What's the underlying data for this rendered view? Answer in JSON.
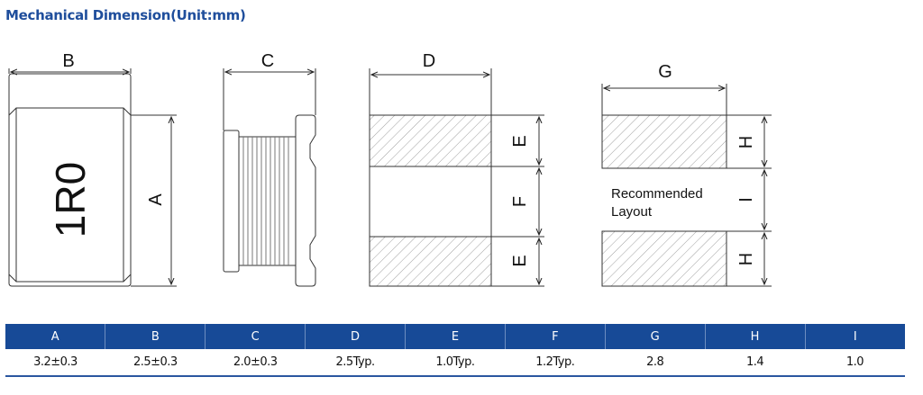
{
  "title": "Mechanical Dimension(Unit:mm)",
  "drawing": {
    "marking": "1R0",
    "labels": {
      "A": "A",
      "B": "B",
      "C": "C",
      "D": "D",
      "E1": "E",
      "F": "F",
      "E2": "E",
      "G": "G",
      "H1": "H",
      "I": "I",
      "H2": "H"
    },
    "layout_note_1": "Recommended",
    "layout_note_2": "Layout"
  },
  "table": {
    "headers": [
      "A",
      "B",
      "C",
      "D",
      "E",
      "F",
      "G",
      "H",
      "I"
    ],
    "values": [
      "3.2±0.3",
      "2.5±0.3",
      "2.0±0.3",
      "2.5Typ.",
      "1.0Typ.",
      "1.2Typ.",
      "2.8",
      "1.4",
      "1.0"
    ]
  },
  "colors": {
    "header_bg": "#174a97",
    "title": "#1f4e9c"
  }
}
